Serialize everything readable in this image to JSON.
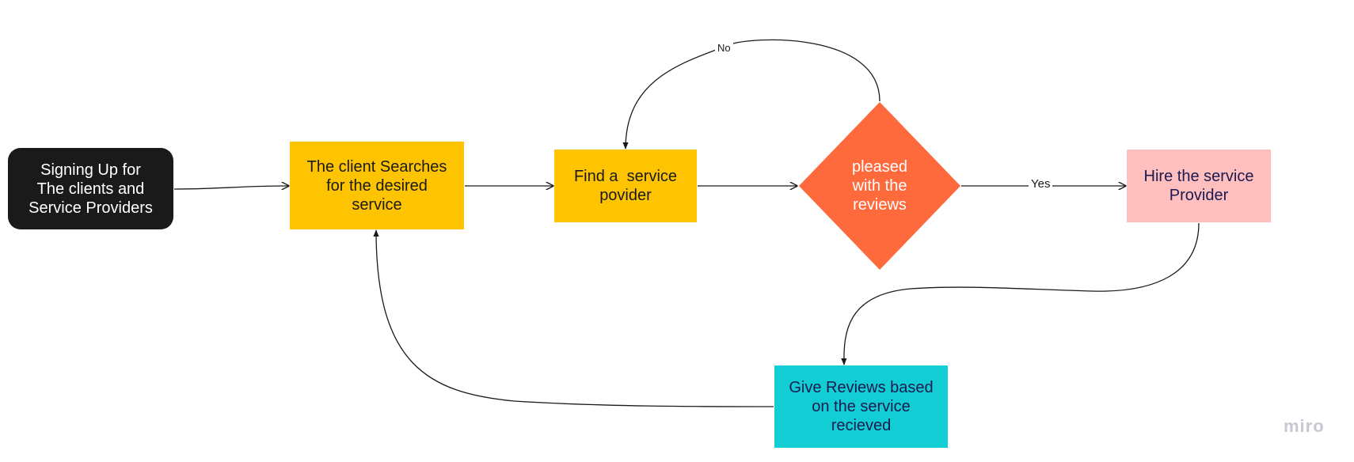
{
  "diagram": {
    "nodes": {
      "signup": {
        "lines": [
          "Signing Up for",
          "The clients and",
          "Service Providers"
        ],
        "shape": "rounded-rectangle",
        "fill": "#1a1a1a"
      },
      "search": {
        "lines": [
          "The client Searches",
          "for the desired",
          "service"
        ],
        "shape": "rectangle",
        "fill": "#fec401"
      },
      "find": {
        "lines": [
          "Find a  service",
          "povider"
        ],
        "shape": "rectangle",
        "fill": "#fec401"
      },
      "decision": {
        "lines": [
          "pleased",
          "with the",
          "reviews"
        ],
        "shape": "diamond",
        "fill": "#ff6a3d"
      },
      "hire": {
        "lines": [
          "Hire the service",
          "Provider"
        ],
        "shape": "rectangle",
        "fill": "#ffbfbf"
      },
      "review": {
        "lines": [
          "Give Reviews based",
          "on the service",
          "recieved"
        ],
        "shape": "rectangle",
        "fill": "#12cdd4"
      }
    },
    "edges": [
      {
        "from": "signup",
        "to": "search",
        "label": ""
      },
      {
        "from": "search",
        "to": "find",
        "label": ""
      },
      {
        "from": "find",
        "to": "decision",
        "label": ""
      },
      {
        "from": "decision",
        "to": "hire",
        "label": "Yes"
      },
      {
        "from": "decision",
        "to": "find",
        "label": "No"
      },
      {
        "from": "hire",
        "to": "review",
        "label": ""
      },
      {
        "from": "review",
        "to": "search",
        "label": ""
      }
    ]
  },
  "watermark": "miro"
}
